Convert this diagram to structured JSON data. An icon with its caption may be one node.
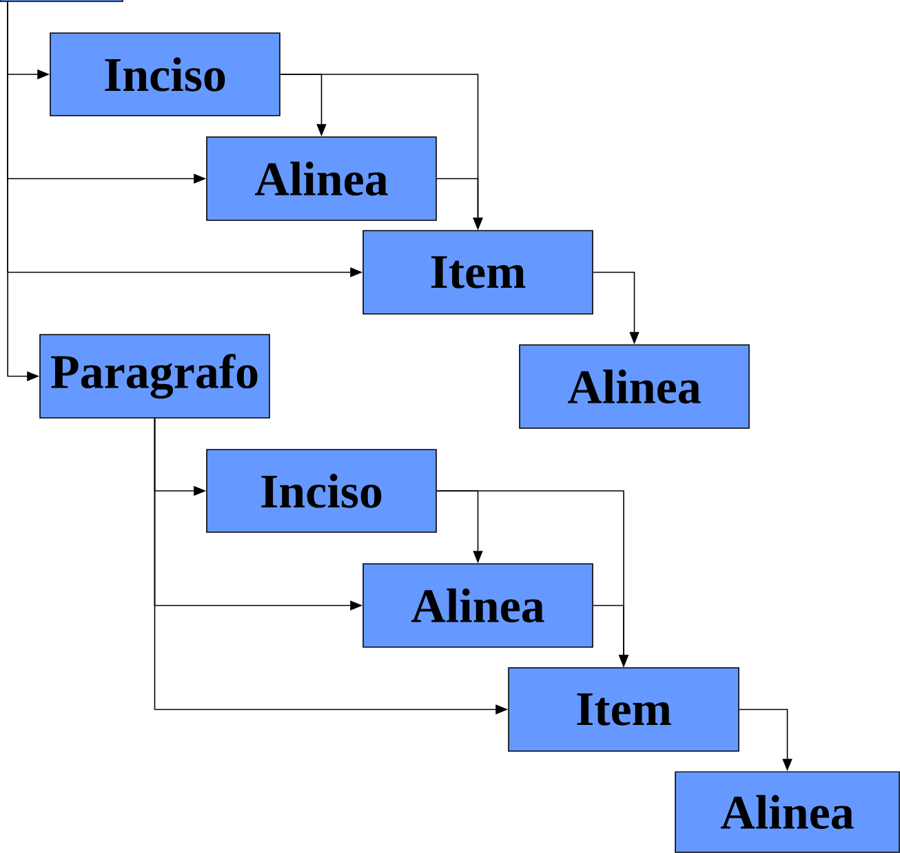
{
  "diagram": {
    "nodes": [
      {
        "text": [],
        "shape": "box"
      },
      {
        "text": [
          "Inciso"
        ]
      },
      {
        "text": [
          "Alinea"
        ]
      },
      {
        "text": [
          "Item"
        ]
      },
      {
        "text": [
          "Alinea"
        ]
      },
      {
        "text": [
          "Paragrafo"
        ]
      },
      {
        "text": [
          "Inciso"
        ]
      },
      {
        "text": [
          "Alinea"
        ]
      },
      {
        "text": [
          "Item"
        ]
      },
      {
        "text": [
          "Alinea"
        ]
      }
    ],
    "edges": [
      {
        "from": 0,
        "to": 1,
        "arrow": "to"
      },
      {
        "from": 0,
        "to": 2,
        "arrow": "to"
      },
      {
        "from": 0,
        "to": 3,
        "arrow": "to"
      },
      {
        "from": 0,
        "to": 5,
        "arrow": "to"
      },
      {
        "from": 1,
        "to": 2,
        "arrow": "to"
      },
      {
        "from": 1,
        "to": 3,
        "arrow": "to"
      },
      {
        "from": 2,
        "to": 3,
        "arrow": "to"
      },
      {
        "from": 3,
        "to": 4,
        "arrow": "to"
      },
      {
        "from": 5,
        "to": 6,
        "arrow": "to"
      },
      {
        "from": 5,
        "to": 7,
        "arrow": "to"
      },
      {
        "from": 5,
        "to": 8,
        "arrow": "to"
      },
      {
        "from": 6,
        "to": 7,
        "arrow": "to"
      },
      {
        "from": 6,
        "to": 8,
        "arrow": "to"
      },
      {
        "from": 7,
        "to": 8,
        "arrow": "to"
      },
      {
        "from": 8,
        "to": 9,
        "arrow": "to"
      }
    ]
  }
}
